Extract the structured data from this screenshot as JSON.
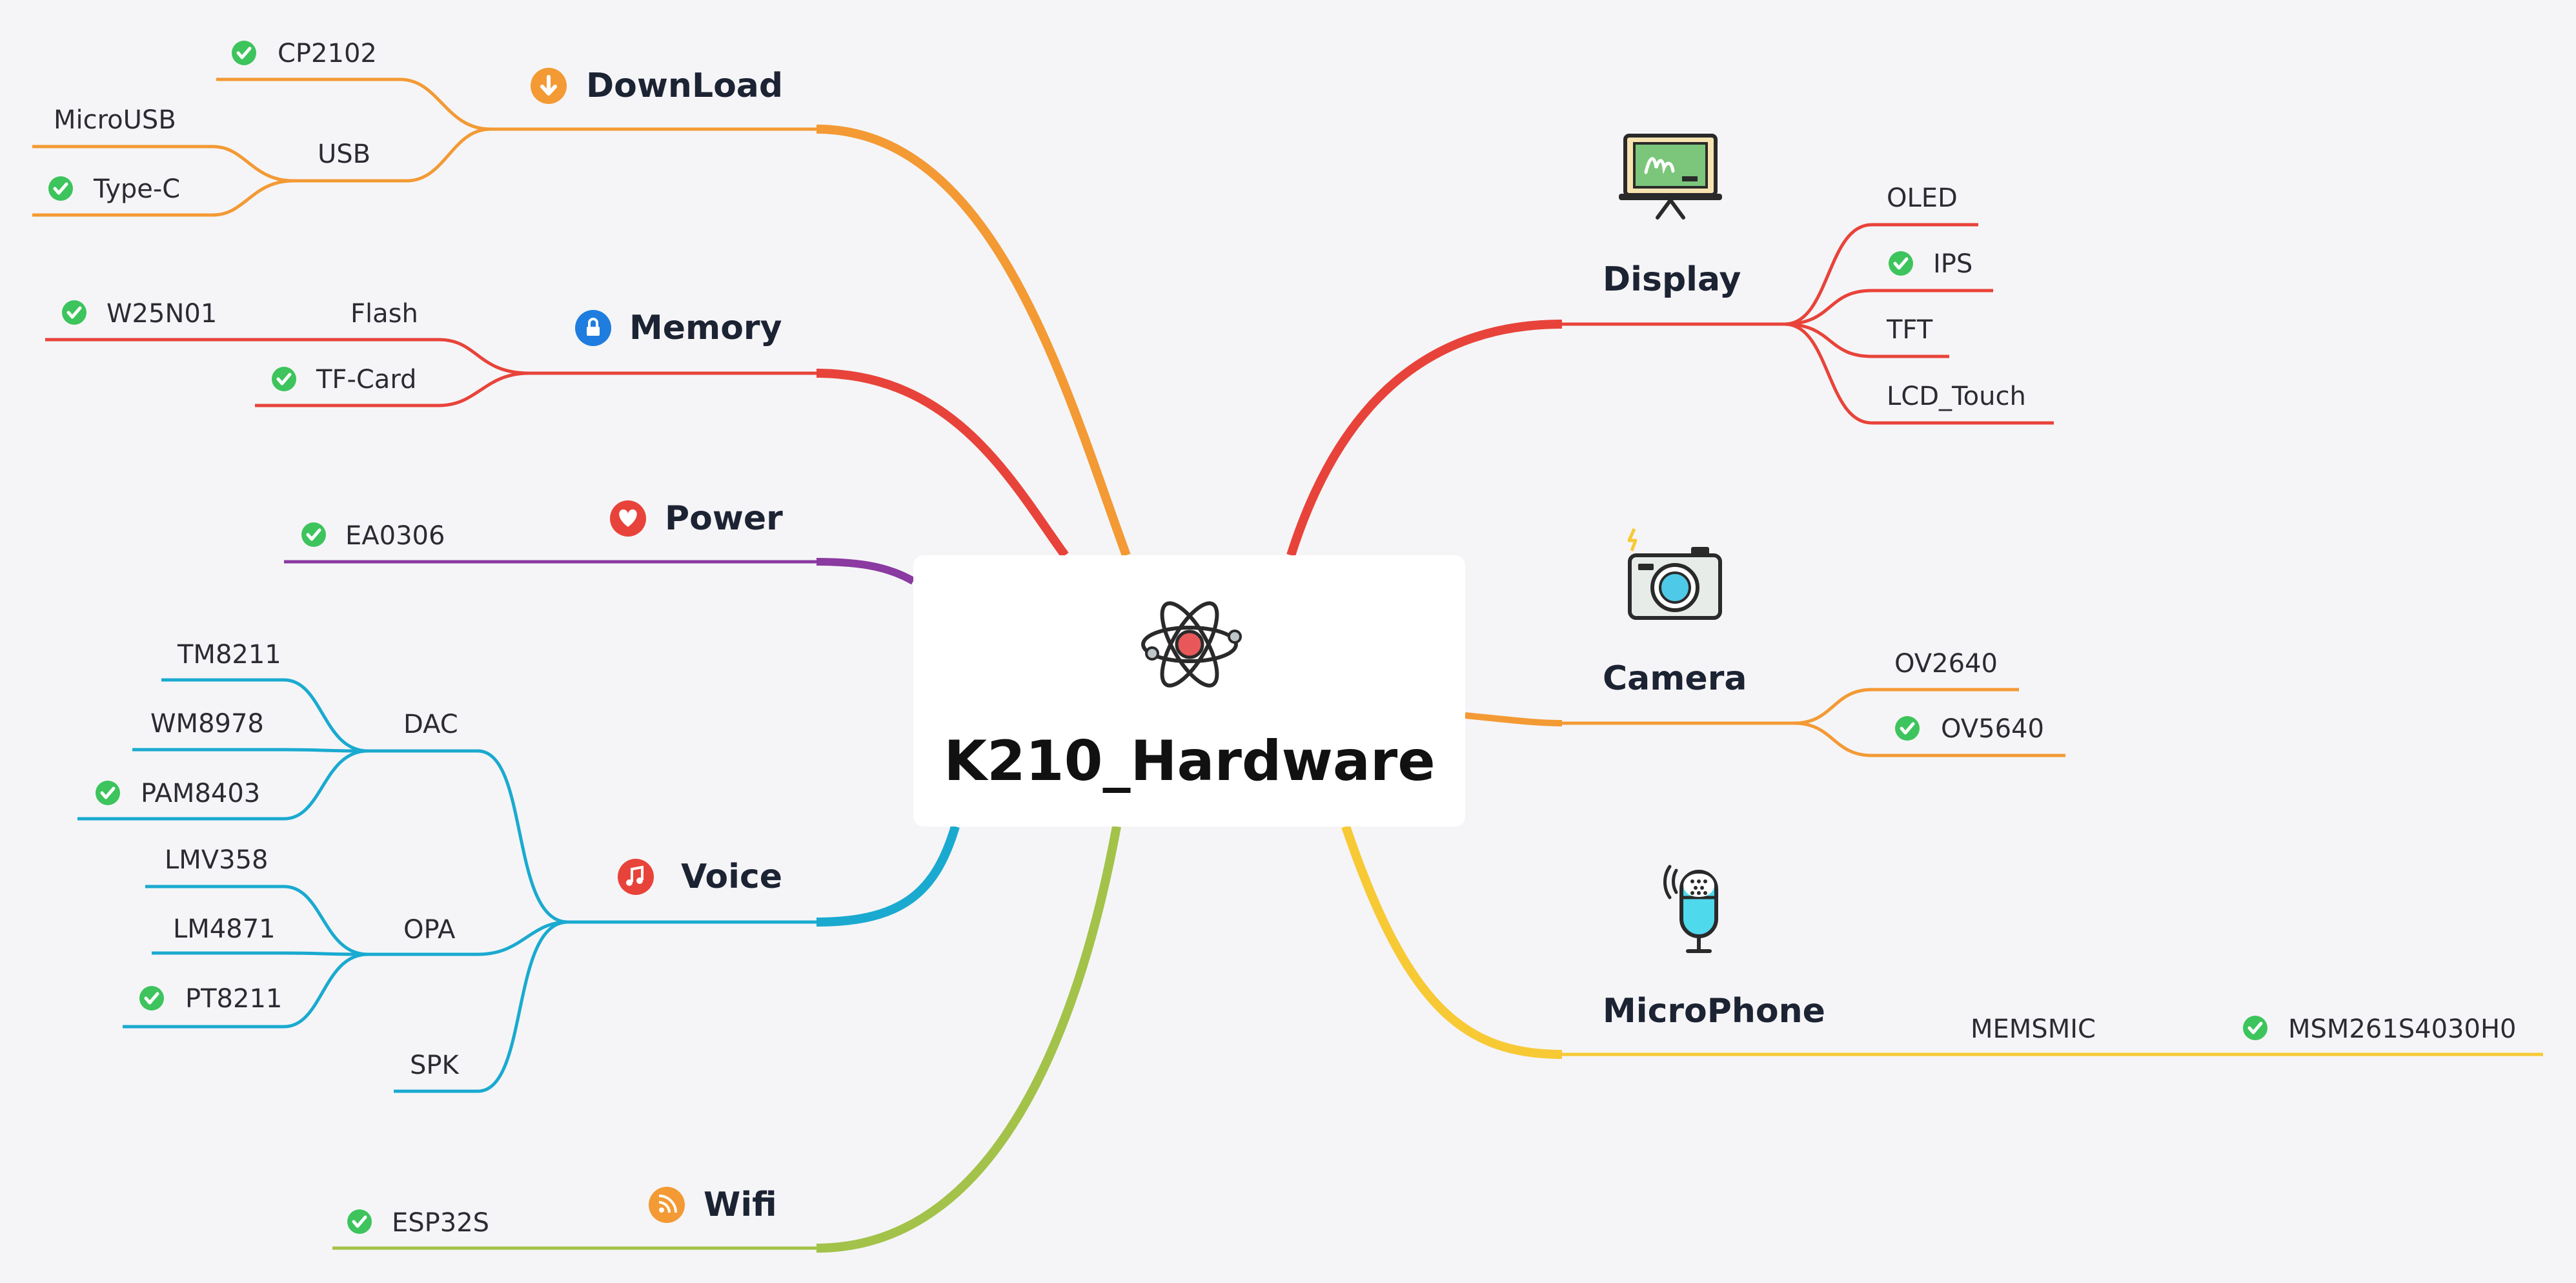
{
  "root": {
    "title": "K210_Hardware",
    "icon": "atom-icon"
  },
  "colors": {
    "download": "#f39a34",
    "memory": "#e8433a",
    "power": "#8a3aa0",
    "voice": "#1aaad0",
    "wifi": "#a3c24a",
    "display": "#e8433a",
    "camera": "#f39a34",
    "microphone": "#f7c935",
    "check": "#3dc45c"
  },
  "branches": {
    "download": {
      "title": "DownLoad",
      "icon": "download-icon",
      "cp2102": "CP2102",
      "usb": "USB",
      "microusb": "MicroUSB",
      "typec": "Type-C"
    },
    "memory": {
      "title": "Memory",
      "icon": "lock-icon",
      "flash": "Flash",
      "w25n01": "W25N01",
      "tfcard": "TF-Card"
    },
    "power": {
      "title": "Power",
      "icon": "heart-icon",
      "ea0306": "EA0306"
    },
    "voice": {
      "title": "Voice",
      "icon": "music-icon",
      "dac": "DAC",
      "tm8211": "TM8211",
      "wm8978": "WM8978",
      "pam8403": "PAM8403",
      "opa": "OPA",
      "lmv358": "LMV358",
      "lm4871": "LM4871",
      "pt8211": "PT8211",
      "spk": "SPK"
    },
    "wifi": {
      "title": "Wifi",
      "icon": "rss-icon",
      "esp32s": "ESP32S"
    },
    "display": {
      "title": "Display",
      "icon": "chalkboard-icon",
      "oled": "OLED",
      "ips": "IPS",
      "tft": "TFT",
      "lcd_touch": "LCD_Touch"
    },
    "camera": {
      "title": "Camera",
      "icon": "camera-icon",
      "ov2640": "OV2640",
      "ov5640": "OV5640"
    },
    "microphone": {
      "title": "MicroPhone",
      "icon": "microphone-icon",
      "memsmic": "MEMSMIC",
      "msm": "MSM261S4030H0"
    }
  }
}
